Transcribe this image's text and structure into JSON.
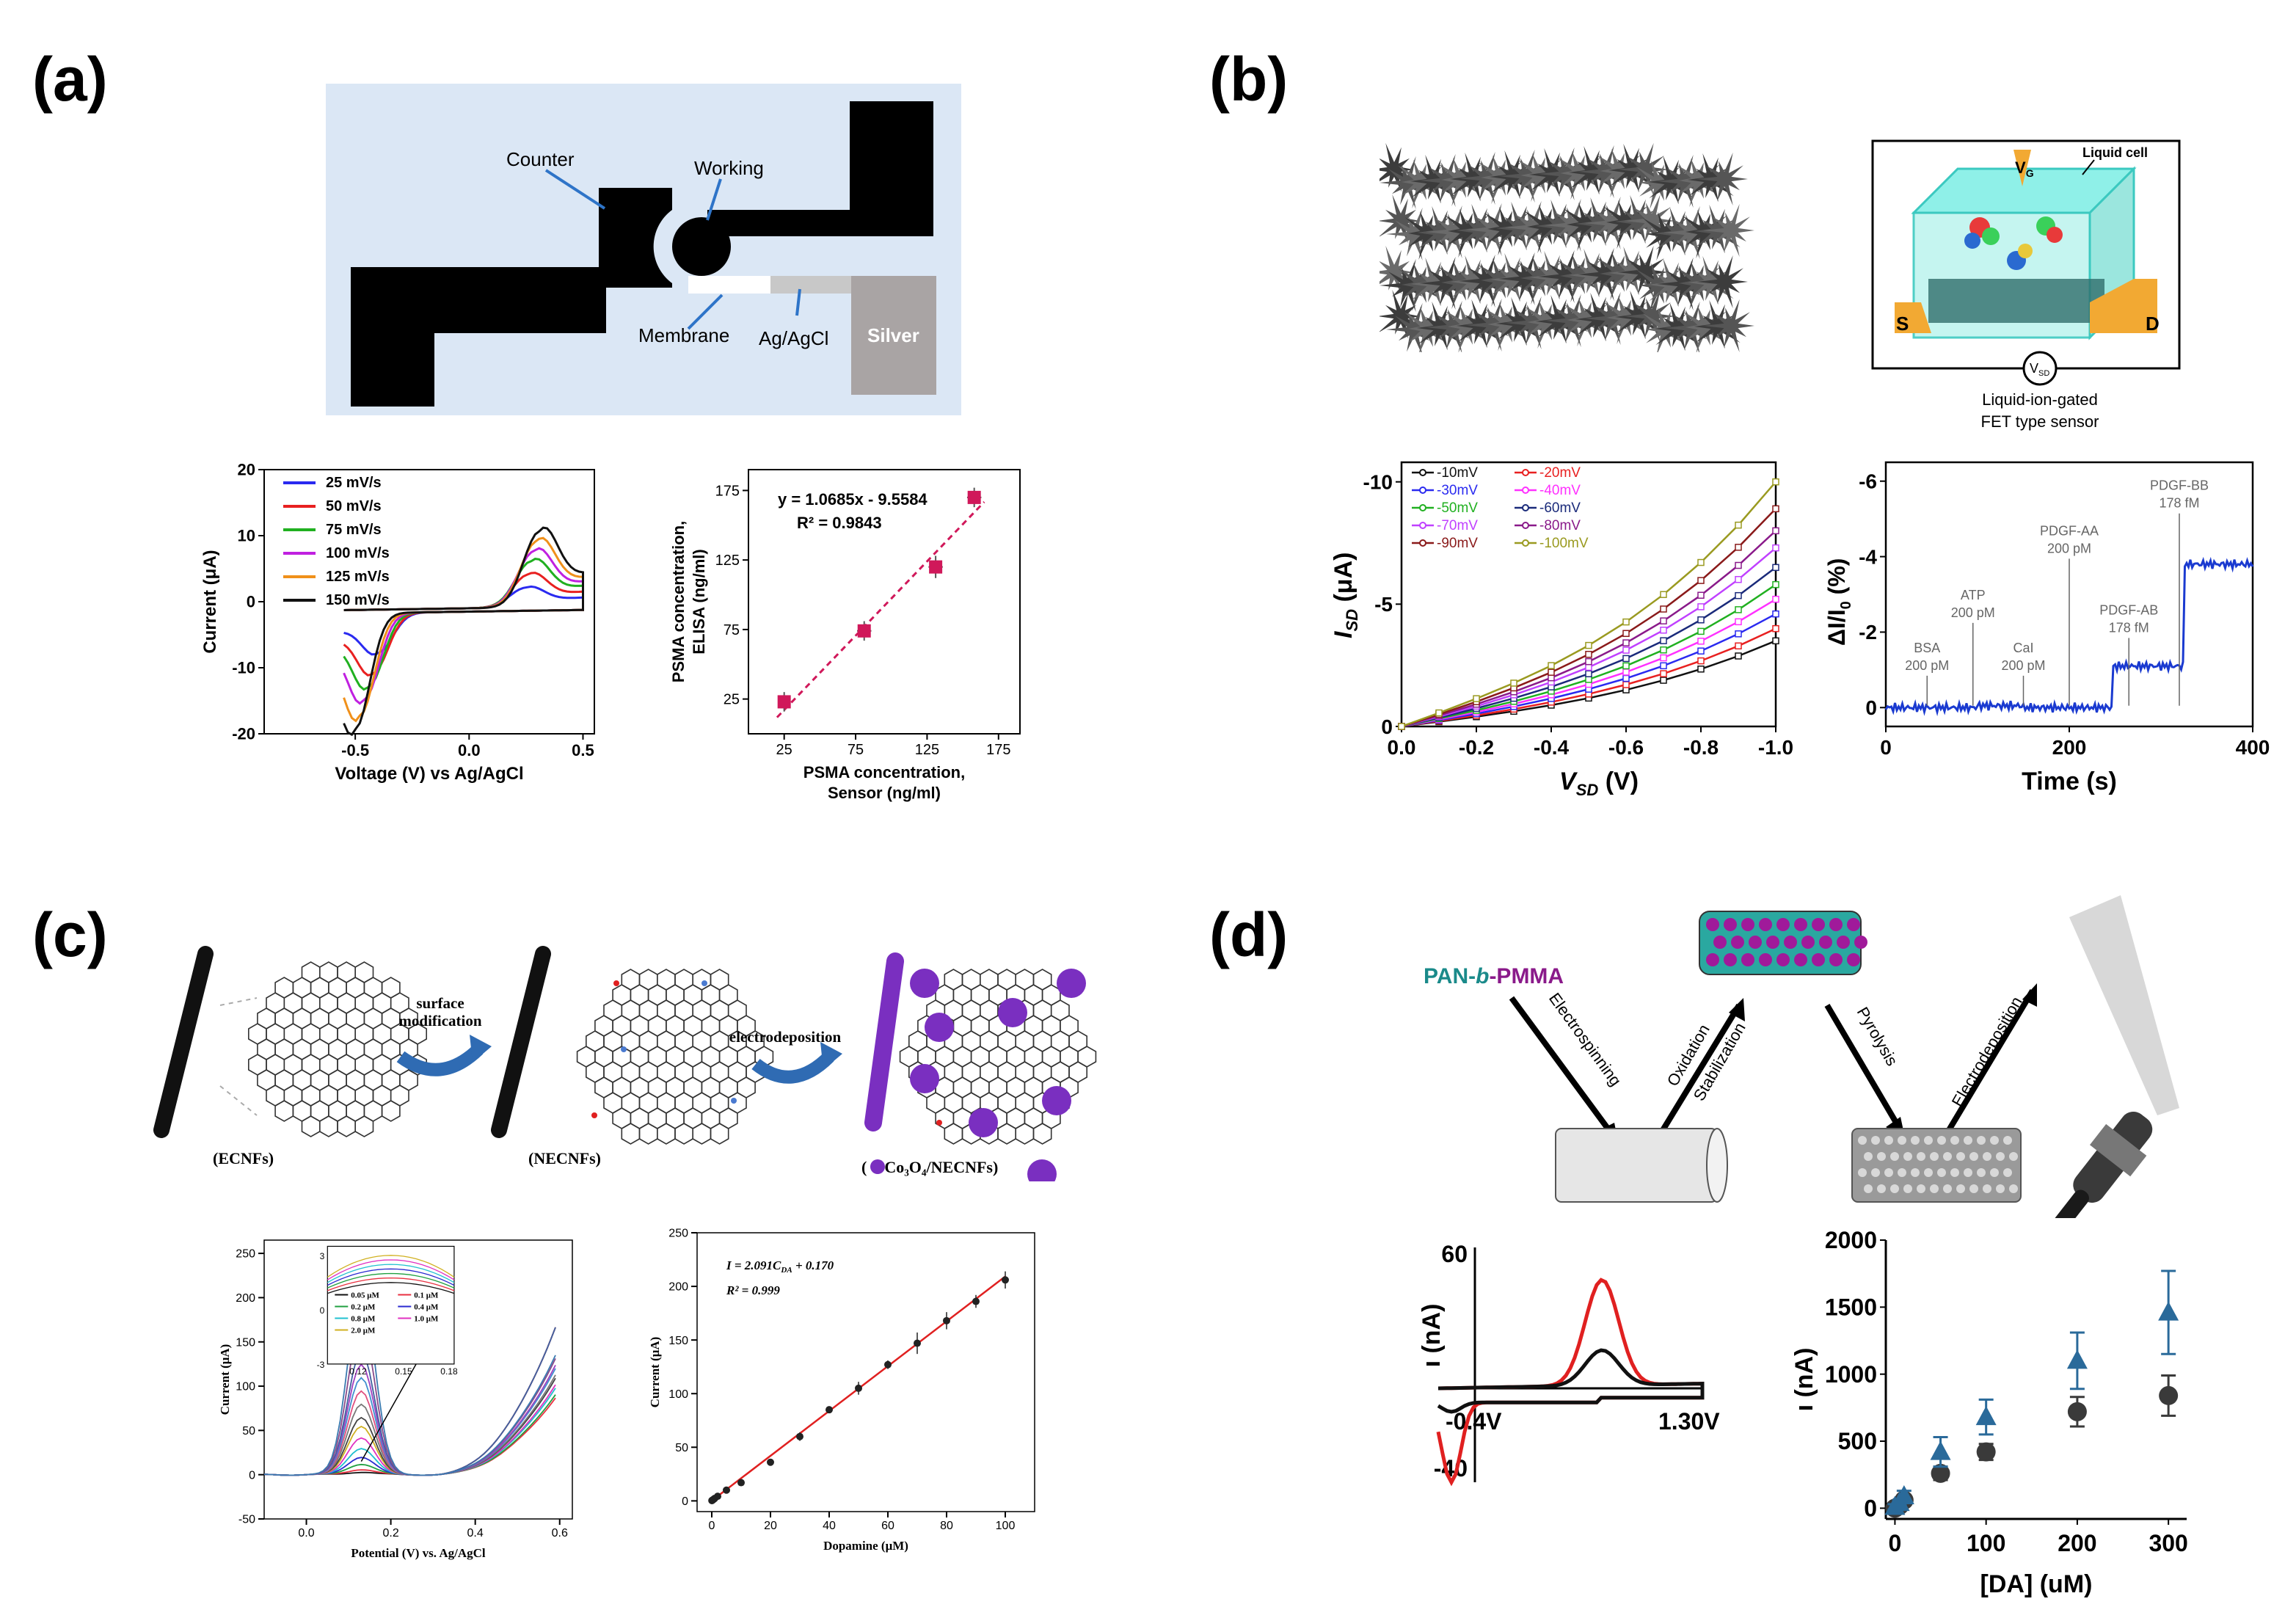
{
  "panels": {
    "a": {
      "label": "(a)"
    },
    "b": {
      "label": "(b)"
    },
    "c": {
      "label": "(c)"
    },
    "d": {
      "label": "(d)"
    }
  },
  "panel_a_schematic": {
    "background": "#dbe7f5",
    "labels": {
      "counter": "Counter",
      "working": "Working",
      "membrane": "Membrane",
      "agagcl": "Ag/AgCl",
      "silver": "Silver"
    }
  },
  "panel_b_schematic": {
    "vg": "V",
    "vg_sub": "G",
    "liquid_cell": "Liquid cell",
    "s": "S",
    "d": "D",
    "vsd": "V",
    "vsd_sub": "SD",
    "caption_line1": "Liquid-ion-gated",
    "caption_line2": "FET type sensor",
    "accent": "#3bc9c0",
    "electrode": "#f2a933"
  },
  "panel_c_schematic": {
    "ecnfs": "(ECNFs)",
    "necnfs": "(NECNFs)",
    "co3o4_prefix": "(",
    "co3o4": "Co₃O₄/NECNFs)",
    "step1_line1": "surface",
    "step1_line2": "modification",
    "step2": "electrodeposition",
    "arrow_color": "#2f6bb3",
    "particle_color": "#7a2fc0"
  },
  "panel_d_schematic": {
    "polymer_pan": "PAN-",
    "polymer_b": "b",
    "polymer_pmma": "-PMMA",
    "pan_color": "#1a8a8a",
    "pmma_color": "#8a1a8a",
    "step1": "Electrospinning",
    "step2_line1": "Oxidation",
    "step2_line2": "Stabilization",
    "step3": "Pyrolysis",
    "step4": "Electrodeposition"
  },
  "chart_data": [
    {
      "id": "a-cv",
      "type": "line",
      "xlabel": "Voltage (V) vs Ag/AgCl",
      "ylabel": "Current (μA)",
      "xlim": [
        -0.9,
        0.55
      ],
      "ylim": [
        -20,
        20
      ],
      "xticks": [
        "-0.5",
        "0.0",
        "0.5"
      ],
      "yticks": [
        "-20",
        "-10",
        "0",
        "10",
        "20"
      ],
      "legend_position": "top-left",
      "series": [
        {
          "name": "25 mV/s",
          "color": "#2a2af0",
          "peak_red": -6,
          "peak_ox": 3
        },
        {
          "name": "50 mV/s",
          "color": "#e82020",
          "peak_red": -9,
          "peak_ox": 5
        },
        {
          "name": "75 mV/s",
          "color": "#20b020",
          "peak_red": -11,
          "peak_ox": 7
        },
        {
          "name": "100 mV/s",
          "color": "#c020e0",
          "peak_red": -13,
          "peak_ox": 8.5
        },
        {
          "name": "125 mV/s",
          "color": "#f0901a",
          "peak_red": -15.5,
          "peak_ox": 10
        },
        {
          "name": "150 mV/s",
          "color": "#111111",
          "peak_red": -17.5,
          "peak_ox": 11.5
        }
      ]
    },
    {
      "id": "a-corr",
      "type": "scatter",
      "xlabel_line1": "PSMA concentration,",
      "xlabel_line2": "Sensor (ng/ml)",
      "ylabel_line1": "PSMA concentration,",
      "ylabel_line2": "ELISA (ng/ml)",
      "xlim": [
        0,
        190
      ],
      "ylim": [
        0,
        190
      ],
      "xticks": [
        "25",
        "75",
        "125",
        "175"
      ],
      "yticks": [
        "25",
        "75",
        "125",
        "175"
      ],
      "equation": "y = 1.0685x - 9.5584",
      "r2": "R² = 0.9843",
      "points": [
        {
          "x": 25,
          "y": 23,
          "ex": 4,
          "ey": 7
        },
        {
          "x": 81,
          "y": 74,
          "ex": 5,
          "ey": 7
        },
        {
          "x": 131,
          "y": 120,
          "ex": 5,
          "ey": 8
        },
        {
          "x": 158,
          "y": 170,
          "ex": 5,
          "ey": 7
        }
      ],
      "fit": {
        "slope": 1.0685,
        "intercept": -9.5584
      },
      "color": "#d0185a"
    },
    {
      "id": "b-iv",
      "type": "line",
      "xlabel": "V",
      "xlabel_sub": "SD",
      "xlabel_unit": " (V)",
      "ylabel": "I",
      "ylabel_sub": "SD",
      "ylabel_unit": " (μA)",
      "xlim": [
        0,
        -1.0
      ],
      "ylim": [
        0,
        -10.8
      ],
      "xticks": [
        "0.0",
        "-0.2",
        "-0.4",
        "-0.6",
        "-0.8",
        "-1.0"
      ],
      "yticks": [
        "0",
        "-5",
        "-10"
      ],
      "legend_position": "top-left",
      "series": [
        {
          "name": "-10mV",
          "color": "#111111",
          "end": -3.5
        },
        {
          "name": "-20mV",
          "color": "#e82020",
          "end": -4.0
        },
        {
          "name": "-30mV",
          "color": "#2a2af0",
          "end": -4.6
        },
        {
          "name": "-40mV",
          "color": "#ff30ff",
          "end": -5.2
        },
        {
          "name": "-50mV",
          "color": "#20b020",
          "end": -5.8
        },
        {
          "name": "-60mV",
          "color": "#1a2a7a",
          "end": -6.5
        },
        {
          "name": "-70mV",
          "color": "#c040ff",
          "end": -7.3
        },
        {
          "name": "-80mV",
          "color": "#8a1a8a",
          "end": -8.0
        },
        {
          "name": "-90mV",
          "color": "#8a1a1a",
          "end": -8.9
        },
        {
          "name": "-100mV",
          "color": "#9a9a20",
          "end": -10.0
        }
      ]
    },
    {
      "id": "b-time",
      "type": "line",
      "xlabel": "Time (s)",
      "ylabel": "ΔI/I",
      "ylabel_sub": "0",
      "ylabel_unit": " (%)",
      "xlim": [
        0,
        400
      ],
      "ylim": [
        0.5,
        -6.5
      ],
      "xticks": [
        "0",
        "200",
        "400"
      ],
      "yticks": [
        "0",
        "-2",
        "-4",
        "-6"
      ],
      "color": "#1a3ad0",
      "steps": [
        {
          "t": 0,
          "v": 0.0
        },
        {
          "t": 100,
          "v": -0.05
        },
        {
          "t": 150,
          "v": 0.0
        },
        {
          "t": 200,
          "v": 0.0
        },
        {
          "t": 248,
          "v": -1.1
        },
        {
          "t": 325,
          "v": -3.8
        },
        {
          "t": 400,
          "v": -3.8
        }
      ],
      "annotations": [
        {
          "line1": "BSA",
          "line2": "200 pM",
          "t": 45,
          "v": -1.0
        },
        {
          "line1": "ATP",
          "line2": "200 pM",
          "t": 95,
          "v": -2.4
        },
        {
          "line1": "CaI",
          "line2": "200 pM",
          "t": 150,
          "v": -1.0
        },
        {
          "line1": "PDGF-AA",
          "line2": "200 pM",
          "t": 200,
          "v": -4.1
        },
        {
          "line1": "PDGF-AB",
          "line2": "178 fM",
          "t": 265,
          "v": -2.0
        },
        {
          "line1": "PDGF-BB",
          "line2": "178 fM",
          "t": 320,
          "v": -5.3
        }
      ]
    },
    {
      "id": "c-dpv",
      "type": "line",
      "xlabel": "Potential (V) vs. Ag/AgCl",
      "ylabel": "Current (μA)",
      "xlim": [
        -0.1,
        0.63
      ],
      "ylim": [
        -50,
        265
      ],
      "xticks": [
        "0.0",
        "0.2",
        "0.4",
        "0.6"
      ],
      "yticks": [
        "-50",
        "0",
        "50",
        "100",
        "150",
        "200",
        "250"
      ],
      "inset": {
        "xticks": [
          "0.12",
          "0.15",
          "0.18"
        ],
        "yticks": [
          "3",
          "0",
          "-3"
        ]
      },
      "series": [
        {
          "name": "0.05 μM",
          "color": "#111111",
          "peak": 3
        },
        {
          "name": "0.1 μM",
          "color": "#e83040",
          "peak": 6
        },
        {
          "name": "0.2 μM",
          "color": "#20a040",
          "peak": 12
        },
        {
          "name": "0.4 μM",
          "color": "#2a2ad0",
          "peak": 20
        },
        {
          "name": "0.8 μM",
          "color": "#20c0d0",
          "peak": 30
        },
        {
          "name": "1.0 μM",
          "color": "#e030c0",
          "peak": 42
        },
        {
          "name": "2.0 μM",
          "color": "#d0b020",
          "peak": 55
        }
      ],
      "extra_peaks": [
        65,
        80,
        95,
        110,
        125,
        140,
        172,
        210
      ]
    },
    {
      "id": "c-cal",
      "type": "scatter",
      "xlabel": "Dopamine (μM)",
      "ylabel": "Current (μA)",
      "xlim": [
        -5,
        110
      ],
      "ylim": [
        -10,
        250
      ],
      "xticks": [
        "0",
        "20",
        "40",
        "60",
        "80",
        "100"
      ],
      "yticks": [
        "0",
        "50",
        "100",
        "150",
        "200",
        "250"
      ],
      "equation": "I = 2.091C",
      "equation_sub": "DA",
      "equation_tail": " + 0.170",
      "r2": "R² = 0.999",
      "fit": {
        "slope": 2.091,
        "intercept": 0.17
      },
      "fit_color": "#e02020",
      "points": [
        {
          "x": 0.05,
          "y": 0.3,
          "e": 1
        },
        {
          "x": 0.1,
          "y": 0.4,
          "e": 1
        },
        {
          "x": 0.2,
          "y": 0.6,
          "e": 1
        },
        {
          "x": 0.4,
          "y": 1.0,
          "e": 1
        },
        {
          "x": 0.8,
          "y": 1.8,
          "e": 1
        },
        {
          "x": 1,
          "y": 2.3,
          "e": 1
        },
        {
          "x": 2,
          "y": 4.3,
          "e": 1
        },
        {
          "x": 5,
          "y": 10,
          "e": 2
        },
        {
          "x": 10,
          "y": 17,
          "e": 3
        },
        {
          "x": 20,
          "y": 36,
          "e": 3
        },
        {
          "x": 30,
          "y": 60,
          "e": 4
        },
        {
          "x": 40,
          "y": 85,
          "e": 3
        },
        {
          "x": 50,
          "y": 105,
          "e": 6
        },
        {
          "x": 60,
          "y": 127,
          "e": 4
        },
        {
          "x": 70,
          "y": 147,
          "e": 10
        },
        {
          "x": 80,
          "y": 168,
          "e": 8
        },
        {
          "x": 90,
          "y": 186,
          "e": 6
        },
        {
          "x": 100,
          "y": 206,
          "e": 8
        }
      ]
    },
    {
      "id": "d-cv",
      "type": "line",
      "ylabel": "ı (nA)",
      "ylim": [
        -40,
        60
      ],
      "ytick_top": "60",
      "ytick_bottom": "-40",
      "xtick_left": "-0.4V",
      "xtick_right": "1.30V",
      "series": [
        {
          "color": "#e02020",
          "peak": 45
        },
        {
          "color": "#111111",
          "peak": 15
        }
      ]
    },
    {
      "id": "d-cal",
      "type": "scatter",
      "xlabel": "[DA] (uM)",
      "ylabel": "ı (nA)",
      "xlim": [
        -10,
        320
      ],
      "ylim": [
        -80,
        2000
      ],
      "xticks": [
        "0",
        "100",
        "200",
        "300"
      ],
      "yticks": [
        "0",
        "500",
        "1000",
        "1500",
        "2000"
      ],
      "series": [
        {
          "marker": "circle",
          "color": "#3a3a3a",
          "points": [
            {
              "x": 0,
              "y": 0,
              "e": 20
            },
            {
              "x": 5,
              "y": 20,
              "e": 20
            },
            {
              "x": 10,
              "y": 60,
              "e": 30
            },
            {
              "x": 50,
              "y": 260,
              "e": 50
            },
            {
              "x": 100,
              "y": 420,
              "e": 60
            },
            {
              "x": 200,
              "y": 720,
              "e": 110
            },
            {
              "x": 300,
              "y": 840,
              "e": 150
            }
          ]
        },
        {
          "marker": "triangle",
          "color": "#2a6a9a",
          "points": [
            {
              "x": 0,
              "y": 10,
              "e": 20
            },
            {
              "x": 5,
              "y": 40,
              "e": 20
            },
            {
              "x": 10,
              "y": 90,
              "e": 40
            },
            {
              "x": 50,
              "y": 420,
              "e": 110
            },
            {
              "x": 100,
              "y": 680,
              "e": 130
            },
            {
              "x": 200,
              "y": 1100,
              "e": 210
            },
            {
              "x": 300,
              "y": 1460,
              "e": 310
            }
          ]
        }
      ]
    }
  ]
}
